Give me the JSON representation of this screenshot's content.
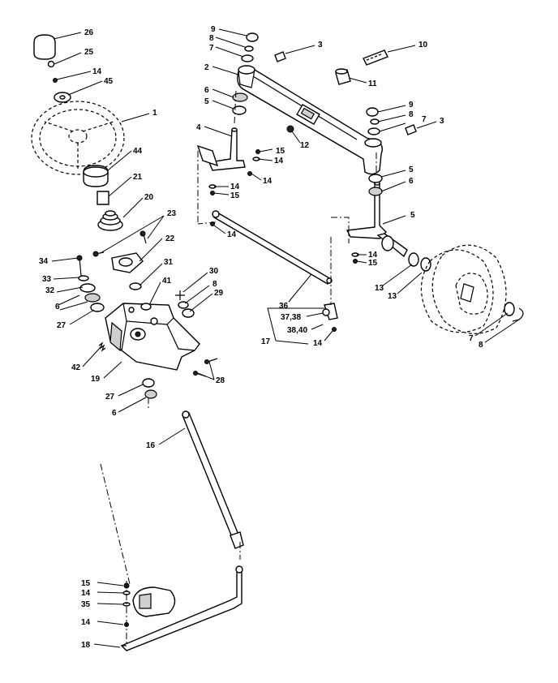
{
  "callouts": {
    "c26": "26",
    "c25": "25",
    "c14a": "14",
    "c45": "45",
    "c1": "1",
    "c44": "44",
    "c21": "21",
    "c20": "20",
    "c23": "23",
    "c22": "22",
    "c34": "34",
    "c33": "33",
    "c32": "32",
    "c6a": "6",
    "c27a": "27",
    "c31": "31",
    "c41": "41",
    "c30": "30",
    "c8a": "8",
    "c29": "29",
    "c42": "42",
    "c19": "19",
    "c28": "28",
    "c27b": "27",
    "c6b": "6",
    "c16": "16",
    "c15a": "15",
    "c14b": "14",
    "c35": "35",
    "c14c": "14",
    "c18": "18",
    "c9a": "9",
    "c8b": "8",
    "c7a": "7",
    "c3a": "3",
    "c2": "2",
    "c6c": "6",
    "c5a": "5",
    "c4": "4",
    "c15b": "15",
    "c14d": "14",
    "c14e": "14",
    "c14f": "14",
    "c15c": "15",
    "c14g": "14",
    "c10": "10",
    "c11": "11",
    "c12": "12",
    "c9b": "9",
    "c8c": "8",
    "c7b": "7",
    "c3b": "3",
    "c5b": "5",
    "c6d": "6",
    "c5c": "5",
    "c14h": "14",
    "c15d": "15",
    "c13a": "13",
    "c13b": "13",
    "c36": "36",
    "c3738": "37,38",
    "c17": "17",
    "c3840": "38,40",
    "c14i": "14",
    "c7c": "7",
    "c8d": "8"
  }
}
